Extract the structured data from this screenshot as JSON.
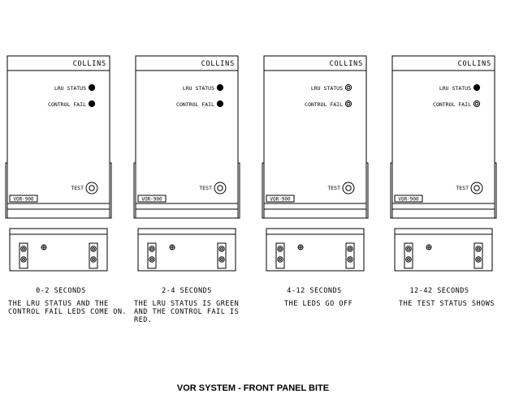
{
  "figure_title": "VOR SYSTEM - FRONT PANEL BITE",
  "units": [
    {
      "brand": "COLLINS",
      "lru_status_label": "LRU STATUS",
      "control_fail_label": "CONTROL FAIL",
      "test_label": "TEST",
      "model_label": "VOR-900",
      "lru_led": "on",
      "control_led": "on",
      "time": "0-2 SECONDS",
      "description": "THE LRU STATUS AND THE CONTROL FAIL LEDS COME ON."
    },
    {
      "brand": "COLLINS",
      "lru_status_label": "LRU STATUS",
      "control_fail_label": "CONTROL FAIL",
      "test_label": "TEST",
      "model_label": "VOR-900",
      "lru_led": "on",
      "control_led": "on",
      "time": "2-4 SECONDS",
      "description": "THE LRU STATUS IS GREEN AND THE CONTROL FAIL IS RED."
    },
    {
      "brand": "COLLINS",
      "lru_status_label": "LRU STATUS",
      "control_fail_label": "CONTROL FAIL",
      "test_label": "TEST",
      "model_label": "VOR-900",
      "lru_led": "off",
      "control_led": "off",
      "time": "4-12 SECONDS",
      "description": "THE LEDS GO OFF"
    },
    {
      "brand": "COLLINS",
      "lru_status_label": "LRU STATUS",
      "control_fail_label": "CONTROL FAIL",
      "test_label": "TEST",
      "model_label": "VOR-900",
      "lru_led": "on",
      "control_led": "off",
      "time": "12-42 SECONDS",
      "description": "THE TEST STATUS SHOWS"
    }
  ]
}
